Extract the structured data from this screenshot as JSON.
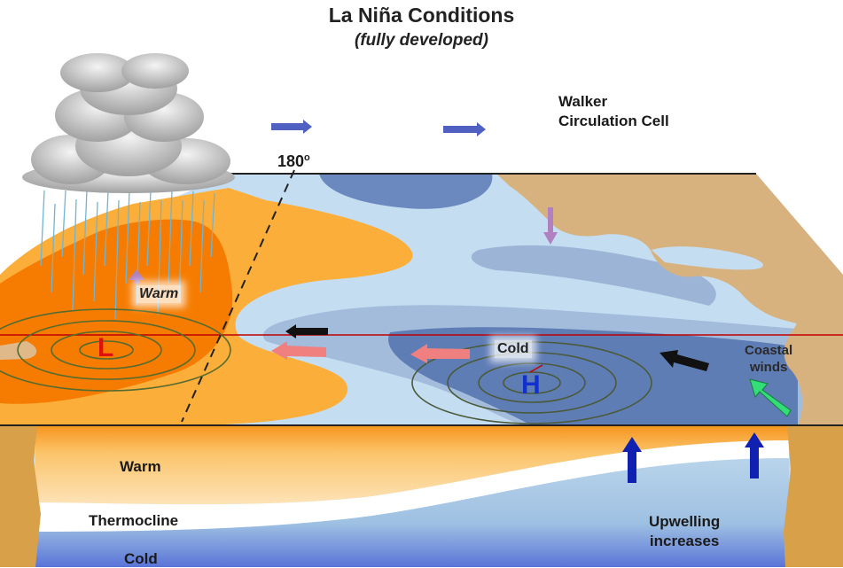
{
  "title": "La Niña Conditions",
  "subtitle": "(fully developed)",
  "labels": {
    "walker_line1": "Walker",
    "walker_line2": "Circulation Cell",
    "meridian": "180",
    "meridian_unit": "o",
    "warm_surface": "Warm",
    "cold_surface": "Cold",
    "low_pressure": "L",
    "high_pressure": "H",
    "coastal_line1": "Coastal",
    "coastal_line2": "winds",
    "warm_subsurface": "Warm",
    "thermocline": "Thermocline",
    "cold_subsurface": "Cold",
    "upwelling_line1": "Upwelling",
    "upwelling_line2": "increases"
  },
  "colors": {
    "warm_deep": "#f57c00",
    "warm_light": "#fbb040",
    "cold_pale": "#c5ddf1",
    "cold_mid": "#9cb8d8",
    "cold_dark": "#5f7db5",
    "land": "#d8b27e",
    "equator": "#c00000",
    "surface_wind_arrow": "#f08080",
    "walker_arrow": "#5060c0",
    "upwelling_arrow": "#1020b0",
    "coastal_wind_arrow": "#33dd77",
    "low_marker": "#e01010",
    "high_marker": "#1030d0"
  },
  "icons": [
    "cloud-icon",
    "rain-icon",
    "wind-arrow-icon",
    "upwelling-arrow-icon"
  ]
}
